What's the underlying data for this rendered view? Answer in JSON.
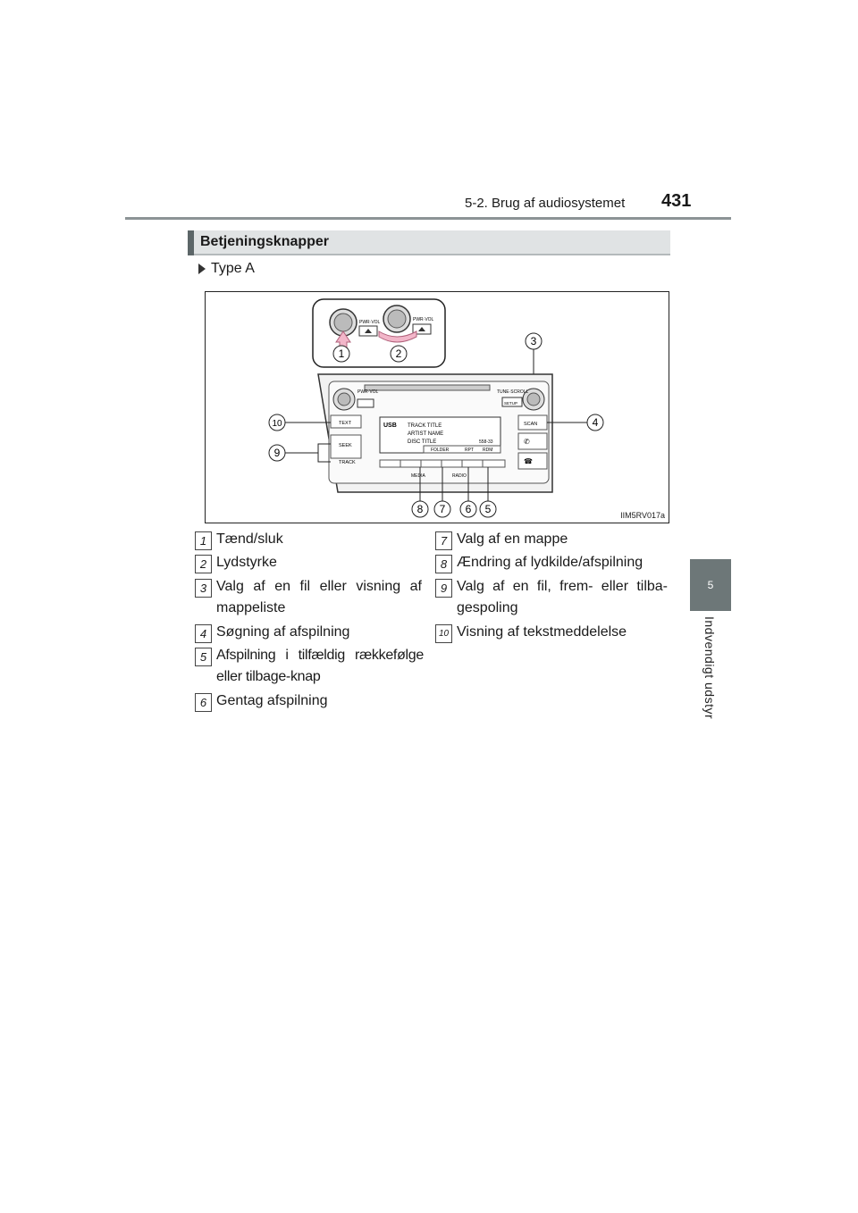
{
  "header": {
    "section_title": "5-2. Brug af audiosystemet",
    "page_number": "431"
  },
  "side_tab": {
    "chapter_number": "5",
    "chapter_title": "Indvendigt udstyr"
  },
  "section": {
    "heading": "Betjeningsknapper",
    "type_label": "Type A"
  },
  "figure": {
    "code": "IIM5RV017a",
    "callouts": [
      "1",
      "2",
      "3",
      "4",
      "5",
      "6",
      "7",
      "8",
      "9",
      "10"
    ],
    "panel_labels": {
      "pwr_vol_top": "PWR·VOL",
      "pwr_vol": "PWR·VOL",
      "tune_scroll": "TUNE·SCROLL",
      "setup": "SETUP",
      "text": "TEXT",
      "seek": "SEEK",
      "track": "TRACK",
      "scan": "SCAN",
      "media": "MEDIA",
      "radio": "RADIO",
      "display_usb": "USB",
      "display_track_title": "TRACK TITLE",
      "display_artist_name": "ARTIST NAME",
      "display_disc_title": "DISC TITLE",
      "display_folder": "FOLDER",
      "display_rpt": "RPT",
      "display_rdm": "RDM",
      "display_time": "558-33"
    }
  },
  "legend": [
    {
      "num": "1",
      "text": "Tænd/sluk"
    },
    {
      "num": "2",
      "text": "Lydstyrke"
    },
    {
      "num": "3",
      "text": "Valg af en fil eller visning af mappeliste"
    },
    {
      "num": "4",
      "text": "Søgning af afspilning"
    },
    {
      "num": "5",
      "text": "Afspilning i tilfældig rækkefølge eller tilbage-knap"
    },
    {
      "num": "6",
      "text": "Gentag afspilning"
    },
    {
      "num": "7",
      "text": "Valg af en mappe"
    },
    {
      "num": "8",
      "text": "Ændring af lydkilde/afspilning"
    },
    {
      "num": "9",
      "text": "Valg af en fil, frem- eller tilba-gespoling"
    },
    {
      "num": "10",
      "text": "Visning af tekstmeddelelse"
    }
  ]
}
